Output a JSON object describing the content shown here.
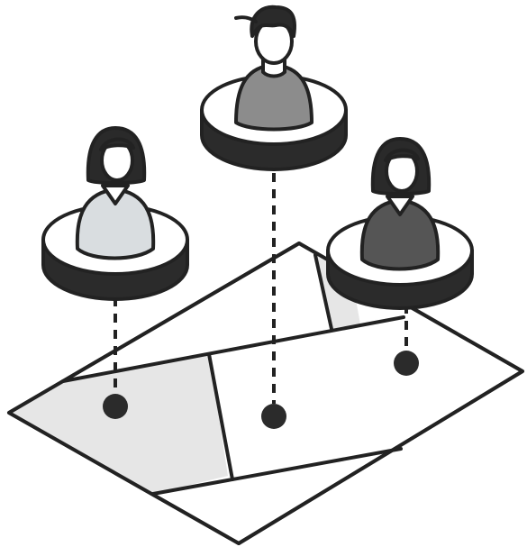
{
  "illustration": {
    "subject": "location-sharing-map",
    "colors": {
      "outline": "#222222",
      "map_fill": "#ffffff",
      "map_region_fill": "#e6e6e6",
      "platform_top": "#ffffff",
      "platform_side": "#2b2b2b",
      "person_left_shirt": "#d9dde0",
      "person_center_shirt": "#8c8c8c",
      "person_right_shirt": "#555555",
      "skin": "#ffffff",
      "hair": "#2a2a2a"
    },
    "markers": [
      {
        "id": "left",
        "icon": "woman-avatar-icon"
      },
      {
        "id": "center",
        "icon": "man-avatar-icon"
      },
      {
        "id": "right",
        "icon": "woman-avatar-icon"
      }
    ]
  }
}
